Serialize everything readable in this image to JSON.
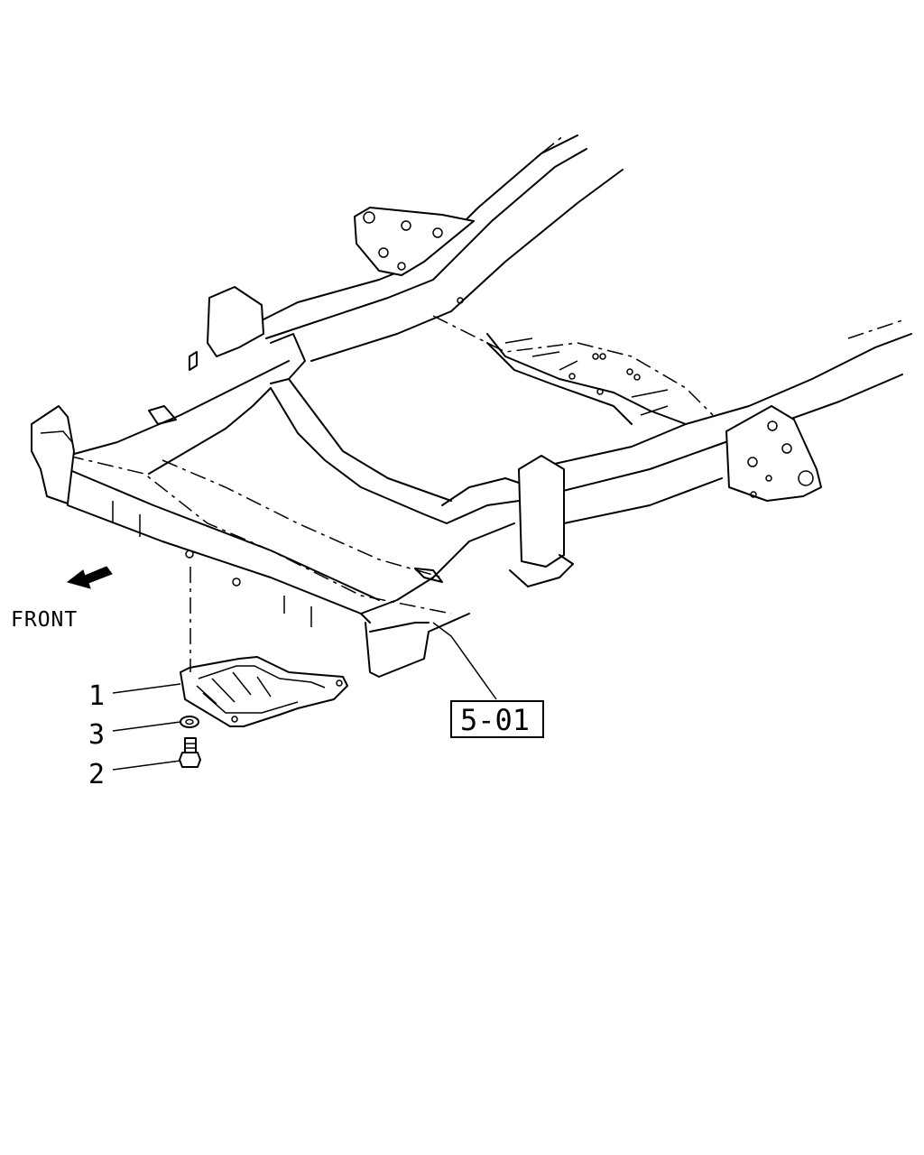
{
  "diagram": {
    "direction_label": "FRONT",
    "callouts": [
      {
        "number": "1",
        "part": "under cover"
      },
      {
        "number": "3",
        "part": "washer"
      },
      {
        "number": "2",
        "part": "bolt"
      }
    ],
    "reference_box": "5-01"
  }
}
